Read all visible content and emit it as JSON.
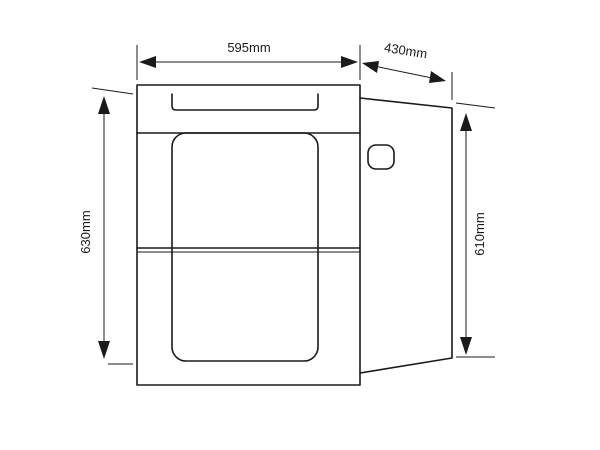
{
  "dimensions": {
    "width": "595mm",
    "depth": "430mm",
    "height": "630mm",
    "side_height": "610mm"
  },
  "colors": {
    "line": "#1a1a1a",
    "background": "#ffffff"
  }
}
